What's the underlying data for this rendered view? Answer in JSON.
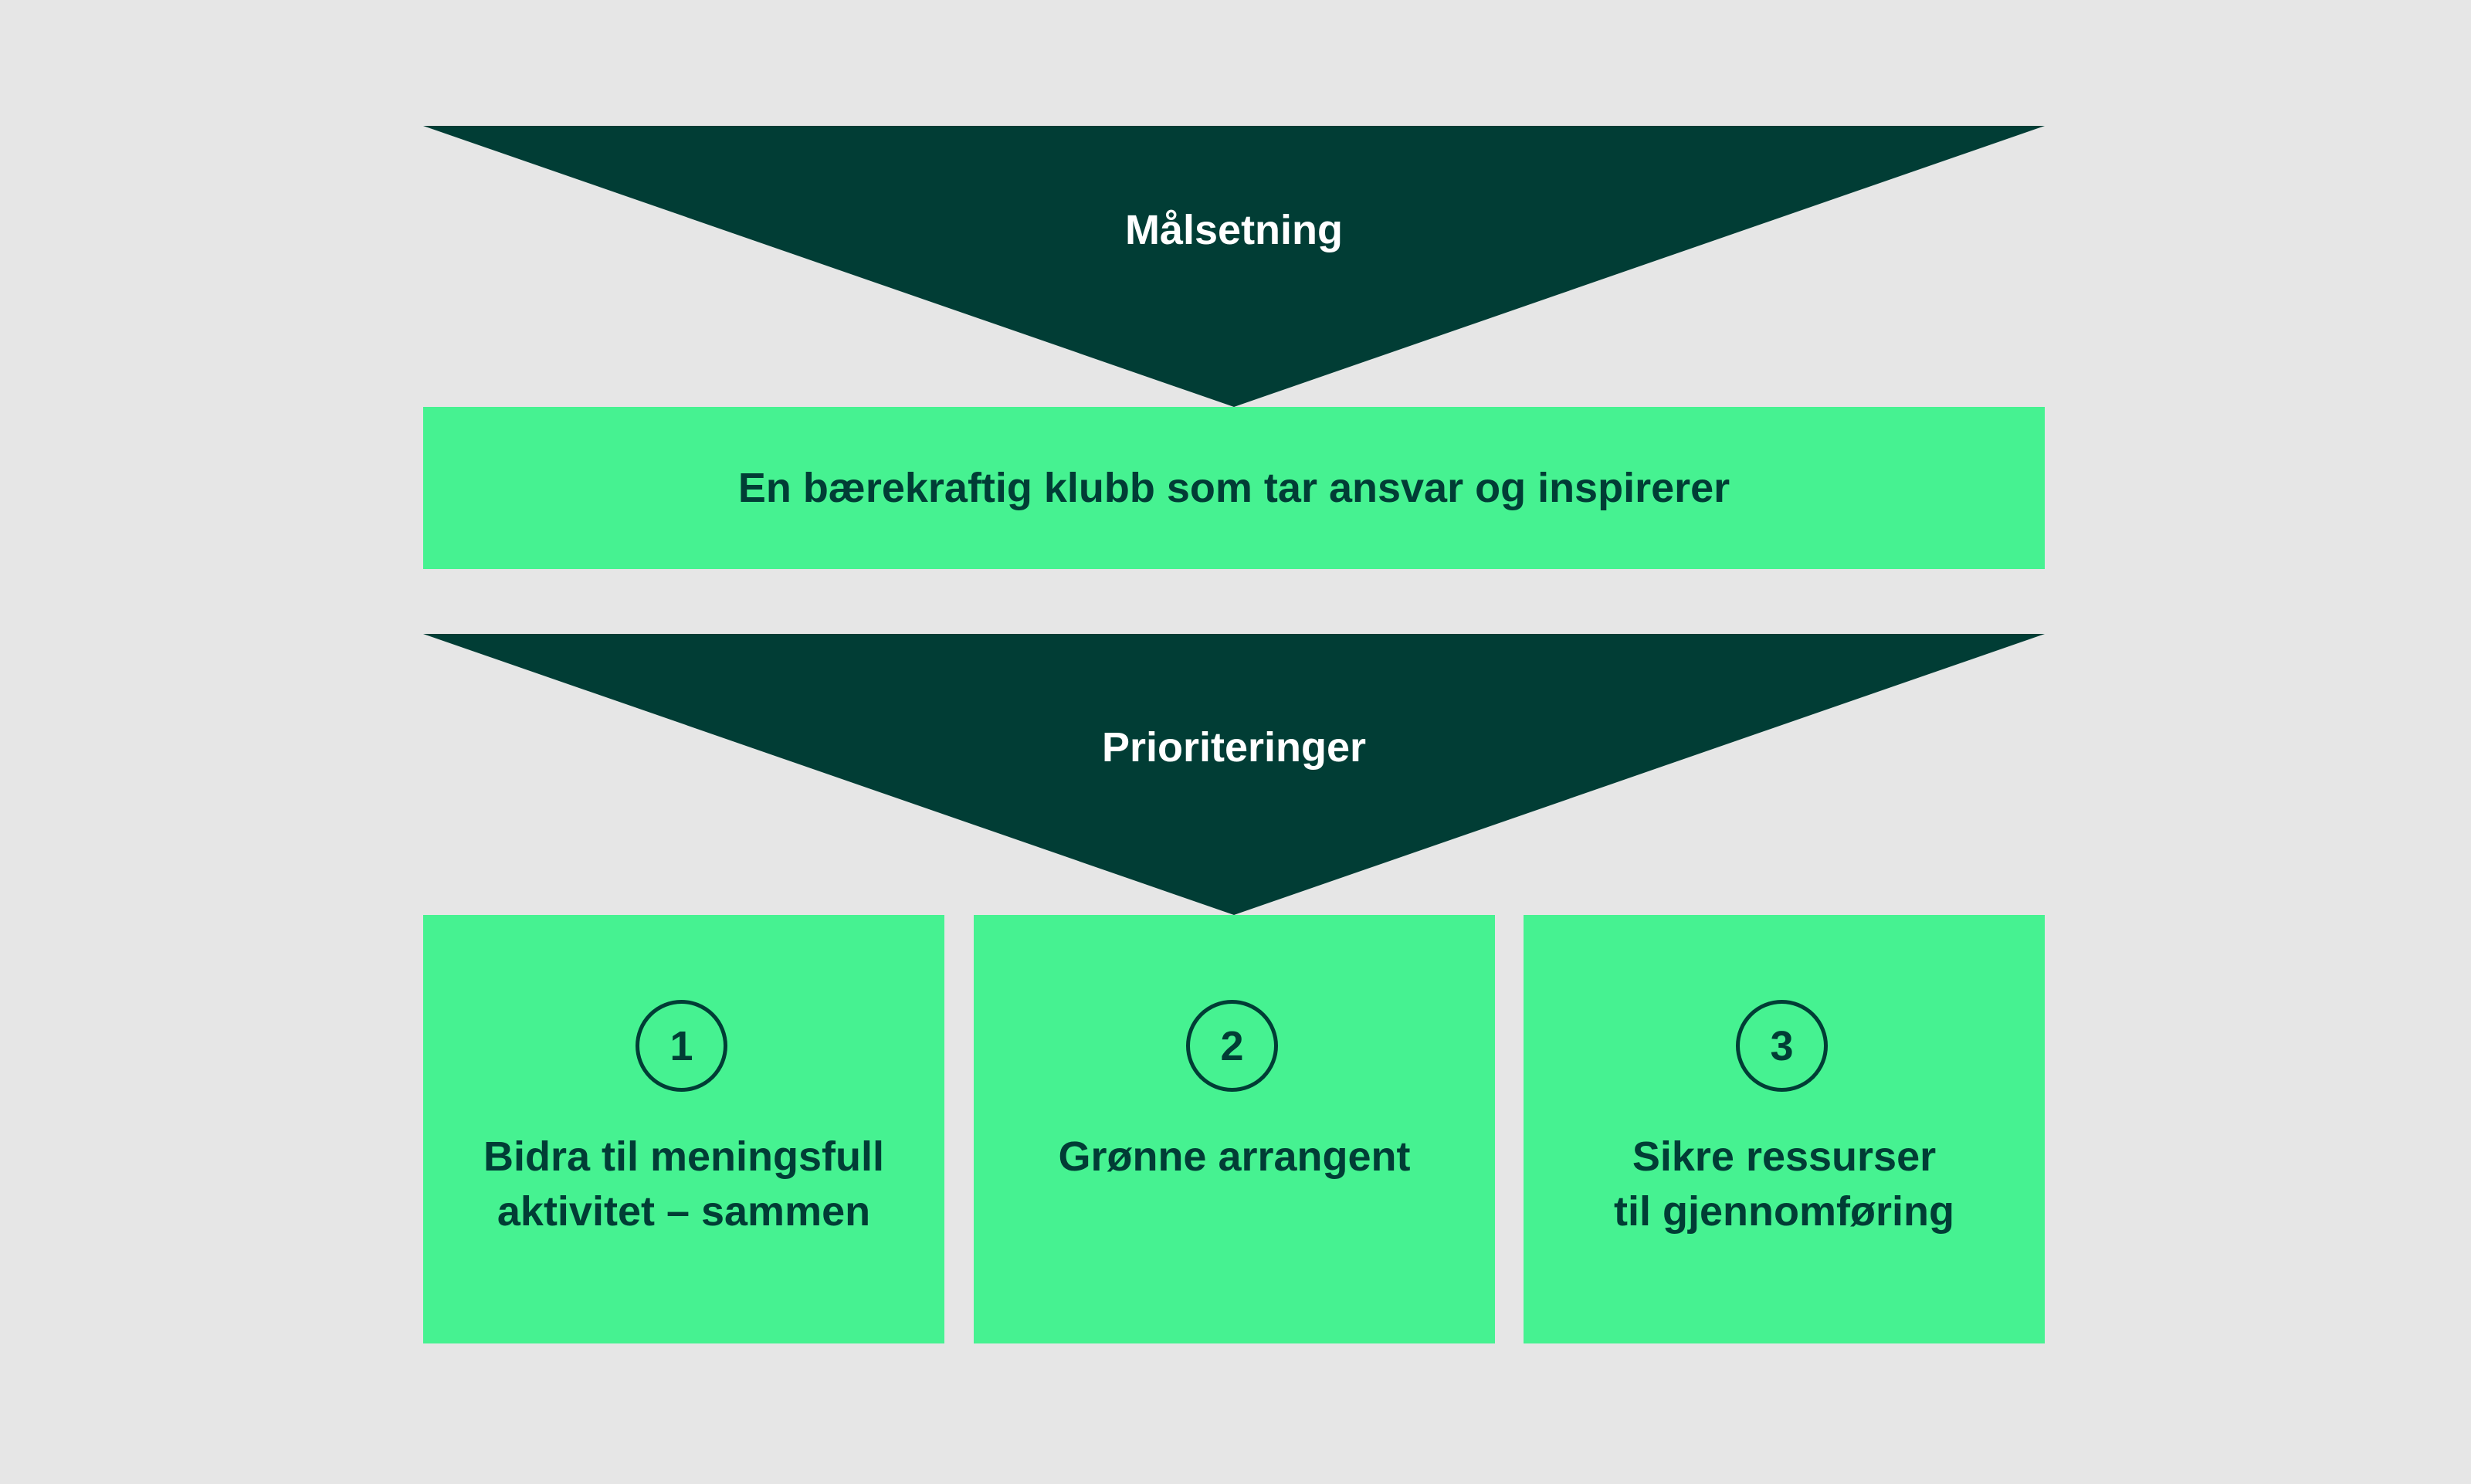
{
  "colors": {
    "background": "#e6e6e6",
    "dark_green": "#013d35",
    "bright_green": "#46f291",
    "white": "#ffffff"
  },
  "goal_section": {
    "heading": "Målsetning",
    "statement": "En bærekraftig klubb som tar ansvar og inspirerer"
  },
  "priorities_section": {
    "heading": "Prioriteringer",
    "items": [
      {
        "number": "1",
        "text": "Bidra til meningsfull\naktivitet – sammen"
      },
      {
        "number": "2",
        "text": "Grønne arrangent"
      },
      {
        "number": "3",
        "text": "Sikre ressurser\ntil gjennomføring"
      }
    ]
  }
}
